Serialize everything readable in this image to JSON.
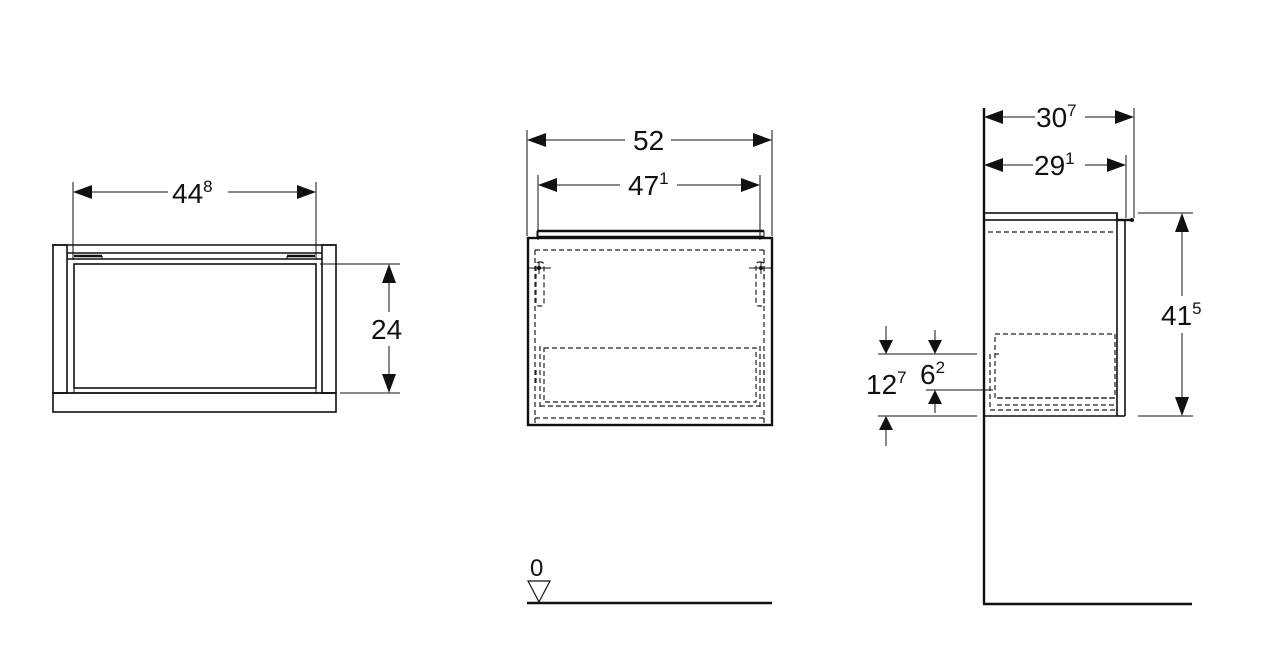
{
  "front_view": {
    "width_dim": {
      "main": "44",
      "sup": "8"
    },
    "height_dim": {
      "main": "24",
      "sup": ""
    }
  },
  "rear_view": {
    "overall_width_dim": {
      "main": "52",
      "sup": ""
    },
    "mount_width_dim": {
      "main": "47",
      "sup": "1"
    },
    "datum_label": "0"
  },
  "side_view": {
    "overall_depth_dim": {
      "main": "30",
      "sup": "7"
    },
    "body_depth_dim": {
      "main": "29",
      "sup": "1"
    },
    "height_dim": {
      "main": "41",
      "sup": "5"
    },
    "drawer_offset_dim": {
      "main": "6",
      "sup": "2"
    },
    "bottom_offset_dim": {
      "main": "12",
      "sup": "7"
    }
  },
  "colors": {
    "line": "#111111",
    "background": "#ffffff"
  }
}
